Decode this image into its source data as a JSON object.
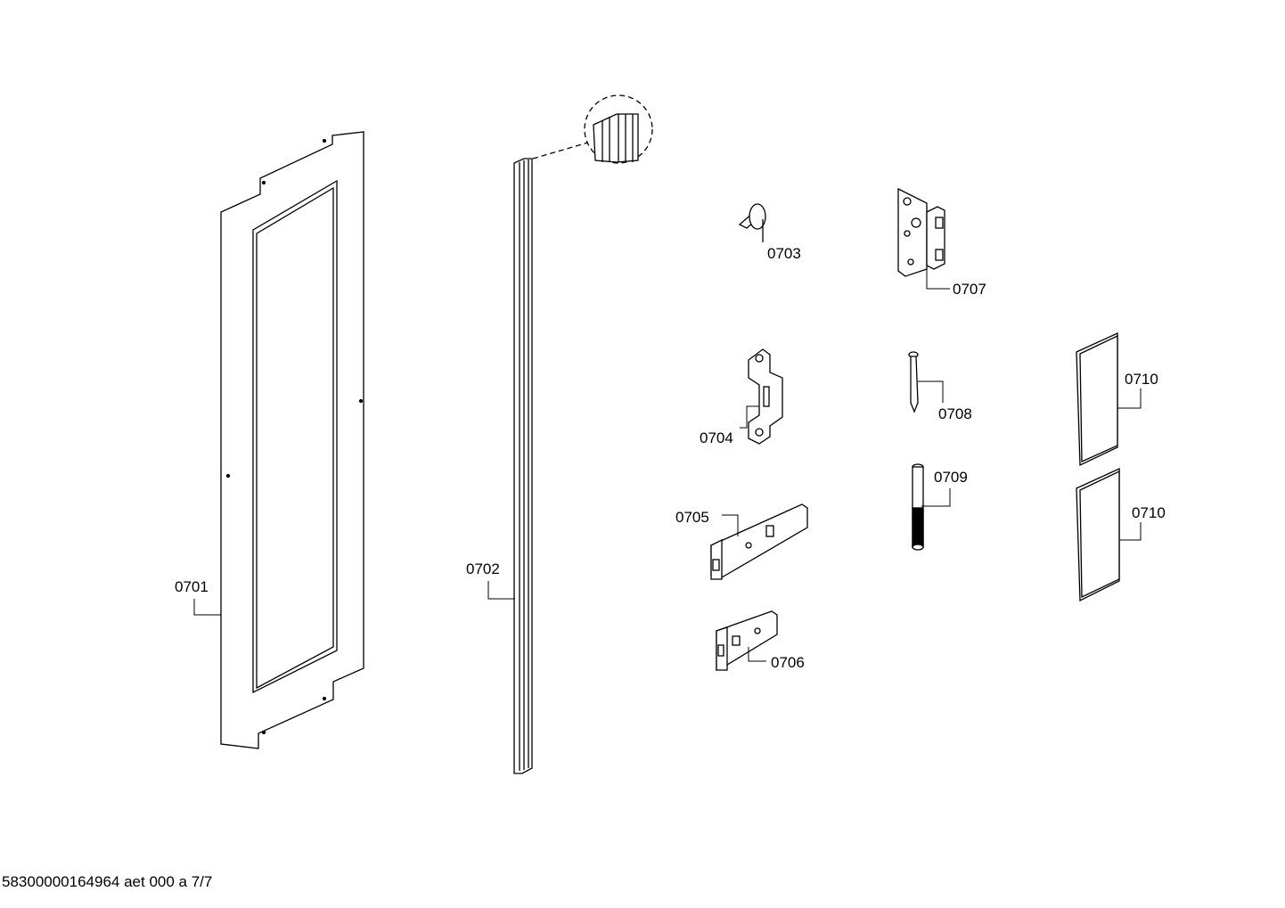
{
  "parts": [
    {
      "id": "0701",
      "label": "0701"
    },
    {
      "id": "0702",
      "label": "0702"
    },
    {
      "id": "0703",
      "label": "0703"
    },
    {
      "id": "0704",
      "label": "0704"
    },
    {
      "id": "0705",
      "label": "0705"
    },
    {
      "id": "0706",
      "label": "0706"
    },
    {
      "id": "0707",
      "label": "0707"
    },
    {
      "id": "0708",
      "label": "0708"
    },
    {
      "id": "0709",
      "label": "0709"
    },
    {
      "id": "0710a",
      "label": "0710"
    },
    {
      "id": "0710b",
      "label": "0710"
    }
  ],
  "footer": "58300000164964 aet 000 a 7/7"
}
